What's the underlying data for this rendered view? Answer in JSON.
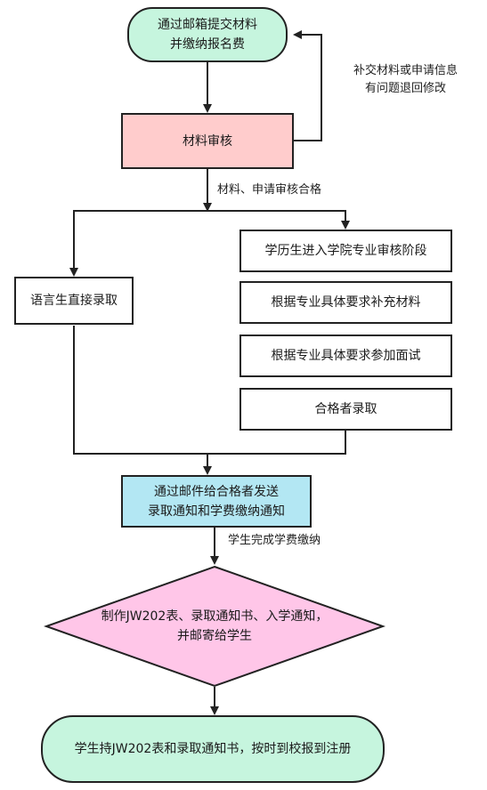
{
  "colors": {
    "mint": "#c6f5de",
    "pink": "#ffcccc",
    "cyan": "#b3e7f3",
    "magenta": "#ffc6e8",
    "line": "#222222"
  },
  "nodes": {
    "start_line1": "通过邮箱提交材料",
    "start_line2": "并缴纳报名费",
    "review": "材料审核",
    "lang_admit": "语言生直接录取",
    "degree_stage": "学历生进入学院专业审核阶段",
    "supplement": "根据专业具体要求补充材料",
    "interview": "根据专业具体要求参加面试",
    "qualified": "合格者录取",
    "notify_line1": "通过邮件给合格者发送",
    "notify_line2": "录取通知和学费缴纳通知",
    "prepare_line1": "制作JW202表、录取通知书、入学通知，",
    "prepare_line2": "并邮寄给学生",
    "final": "学生持JW202表和录取通知书，按时到校报到注册"
  },
  "labels": {
    "return_line1": "补交材料或申请信息",
    "return_line2": "有问题退回修改",
    "passed": "材料、申请审核合格",
    "paid": "学生完成学费缴纳"
  }
}
